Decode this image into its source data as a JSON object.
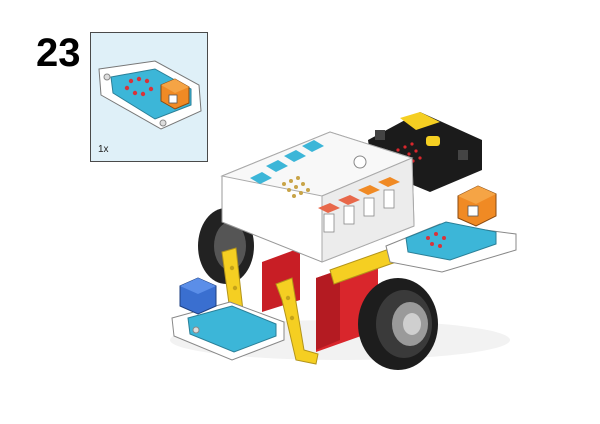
{
  "step": {
    "number": "23"
  },
  "callout": {
    "quantity": "1x",
    "part": "ultrasonic-sensor-module"
  },
  "colors": {
    "callout_bg": "#dff0f8",
    "cyan": "#3cb6d8",
    "orange": "#f08a24",
    "yellow": "#f5cf22",
    "red": "#d9262c",
    "dark": "#262626",
    "white": "#ffffff",
    "microbit": "#1b1b1b"
  }
}
